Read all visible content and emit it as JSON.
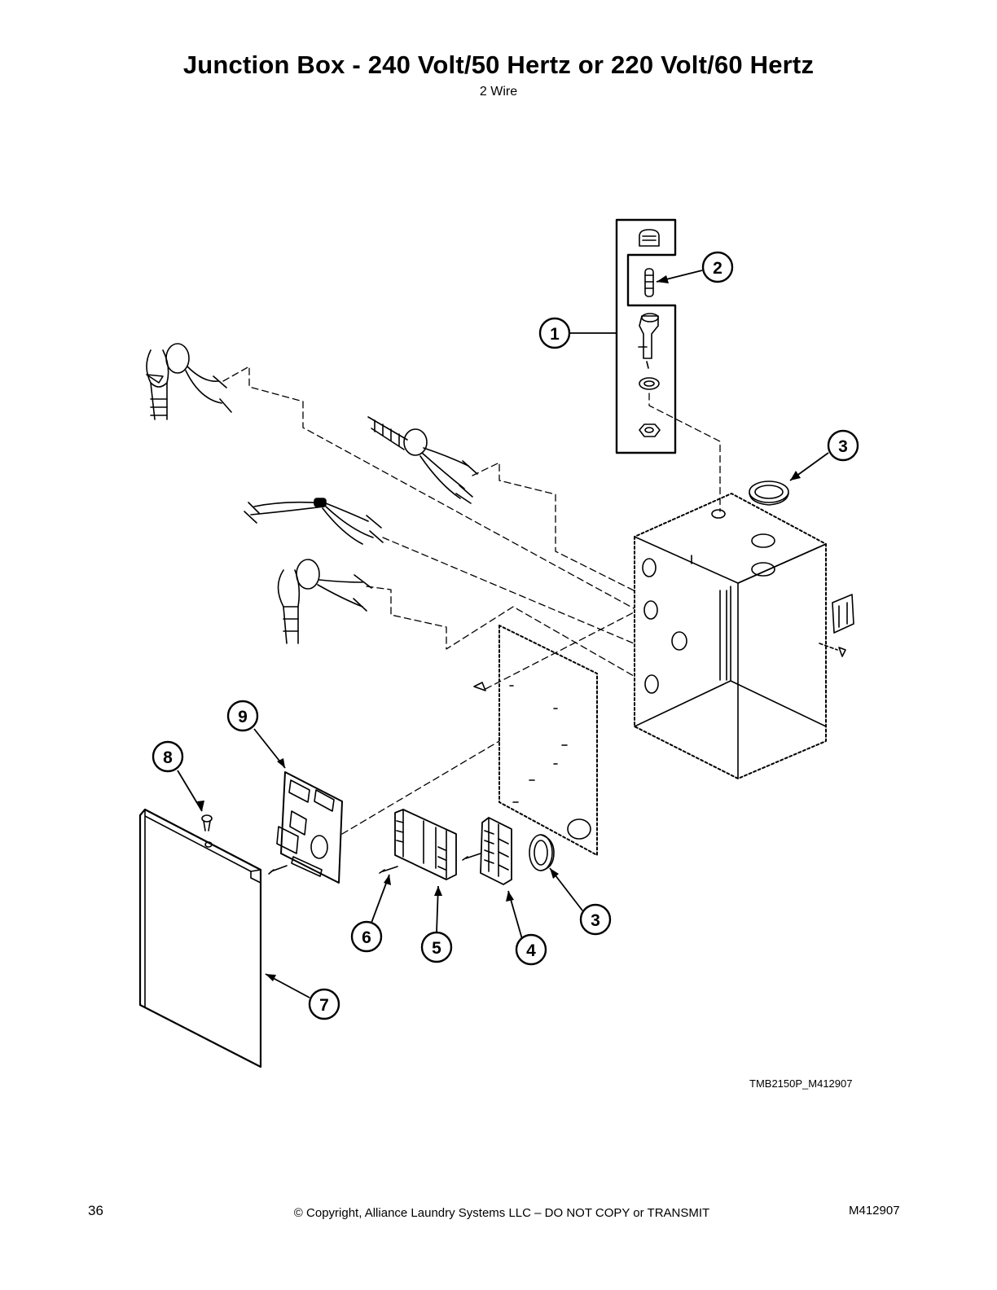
{
  "header": {
    "title": "Junction Box - 240 Volt/50 Hertz or 220 Volt/60 Hertz",
    "subtitle": "2 Wire"
  },
  "diagram": {
    "figure_id": "TMB2150P_M412907",
    "callouts": [
      "1",
      "2",
      "3",
      "3",
      "4",
      "5",
      "6",
      "7",
      "8",
      "9"
    ]
  },
  "footer": {
    "page_number": "36",
    "copyright": "© Copyright, Alliance Laundry Systems LLC – DO NOT COPY or TRANSMIT",
    "document_id": "M412907"
  }
}
